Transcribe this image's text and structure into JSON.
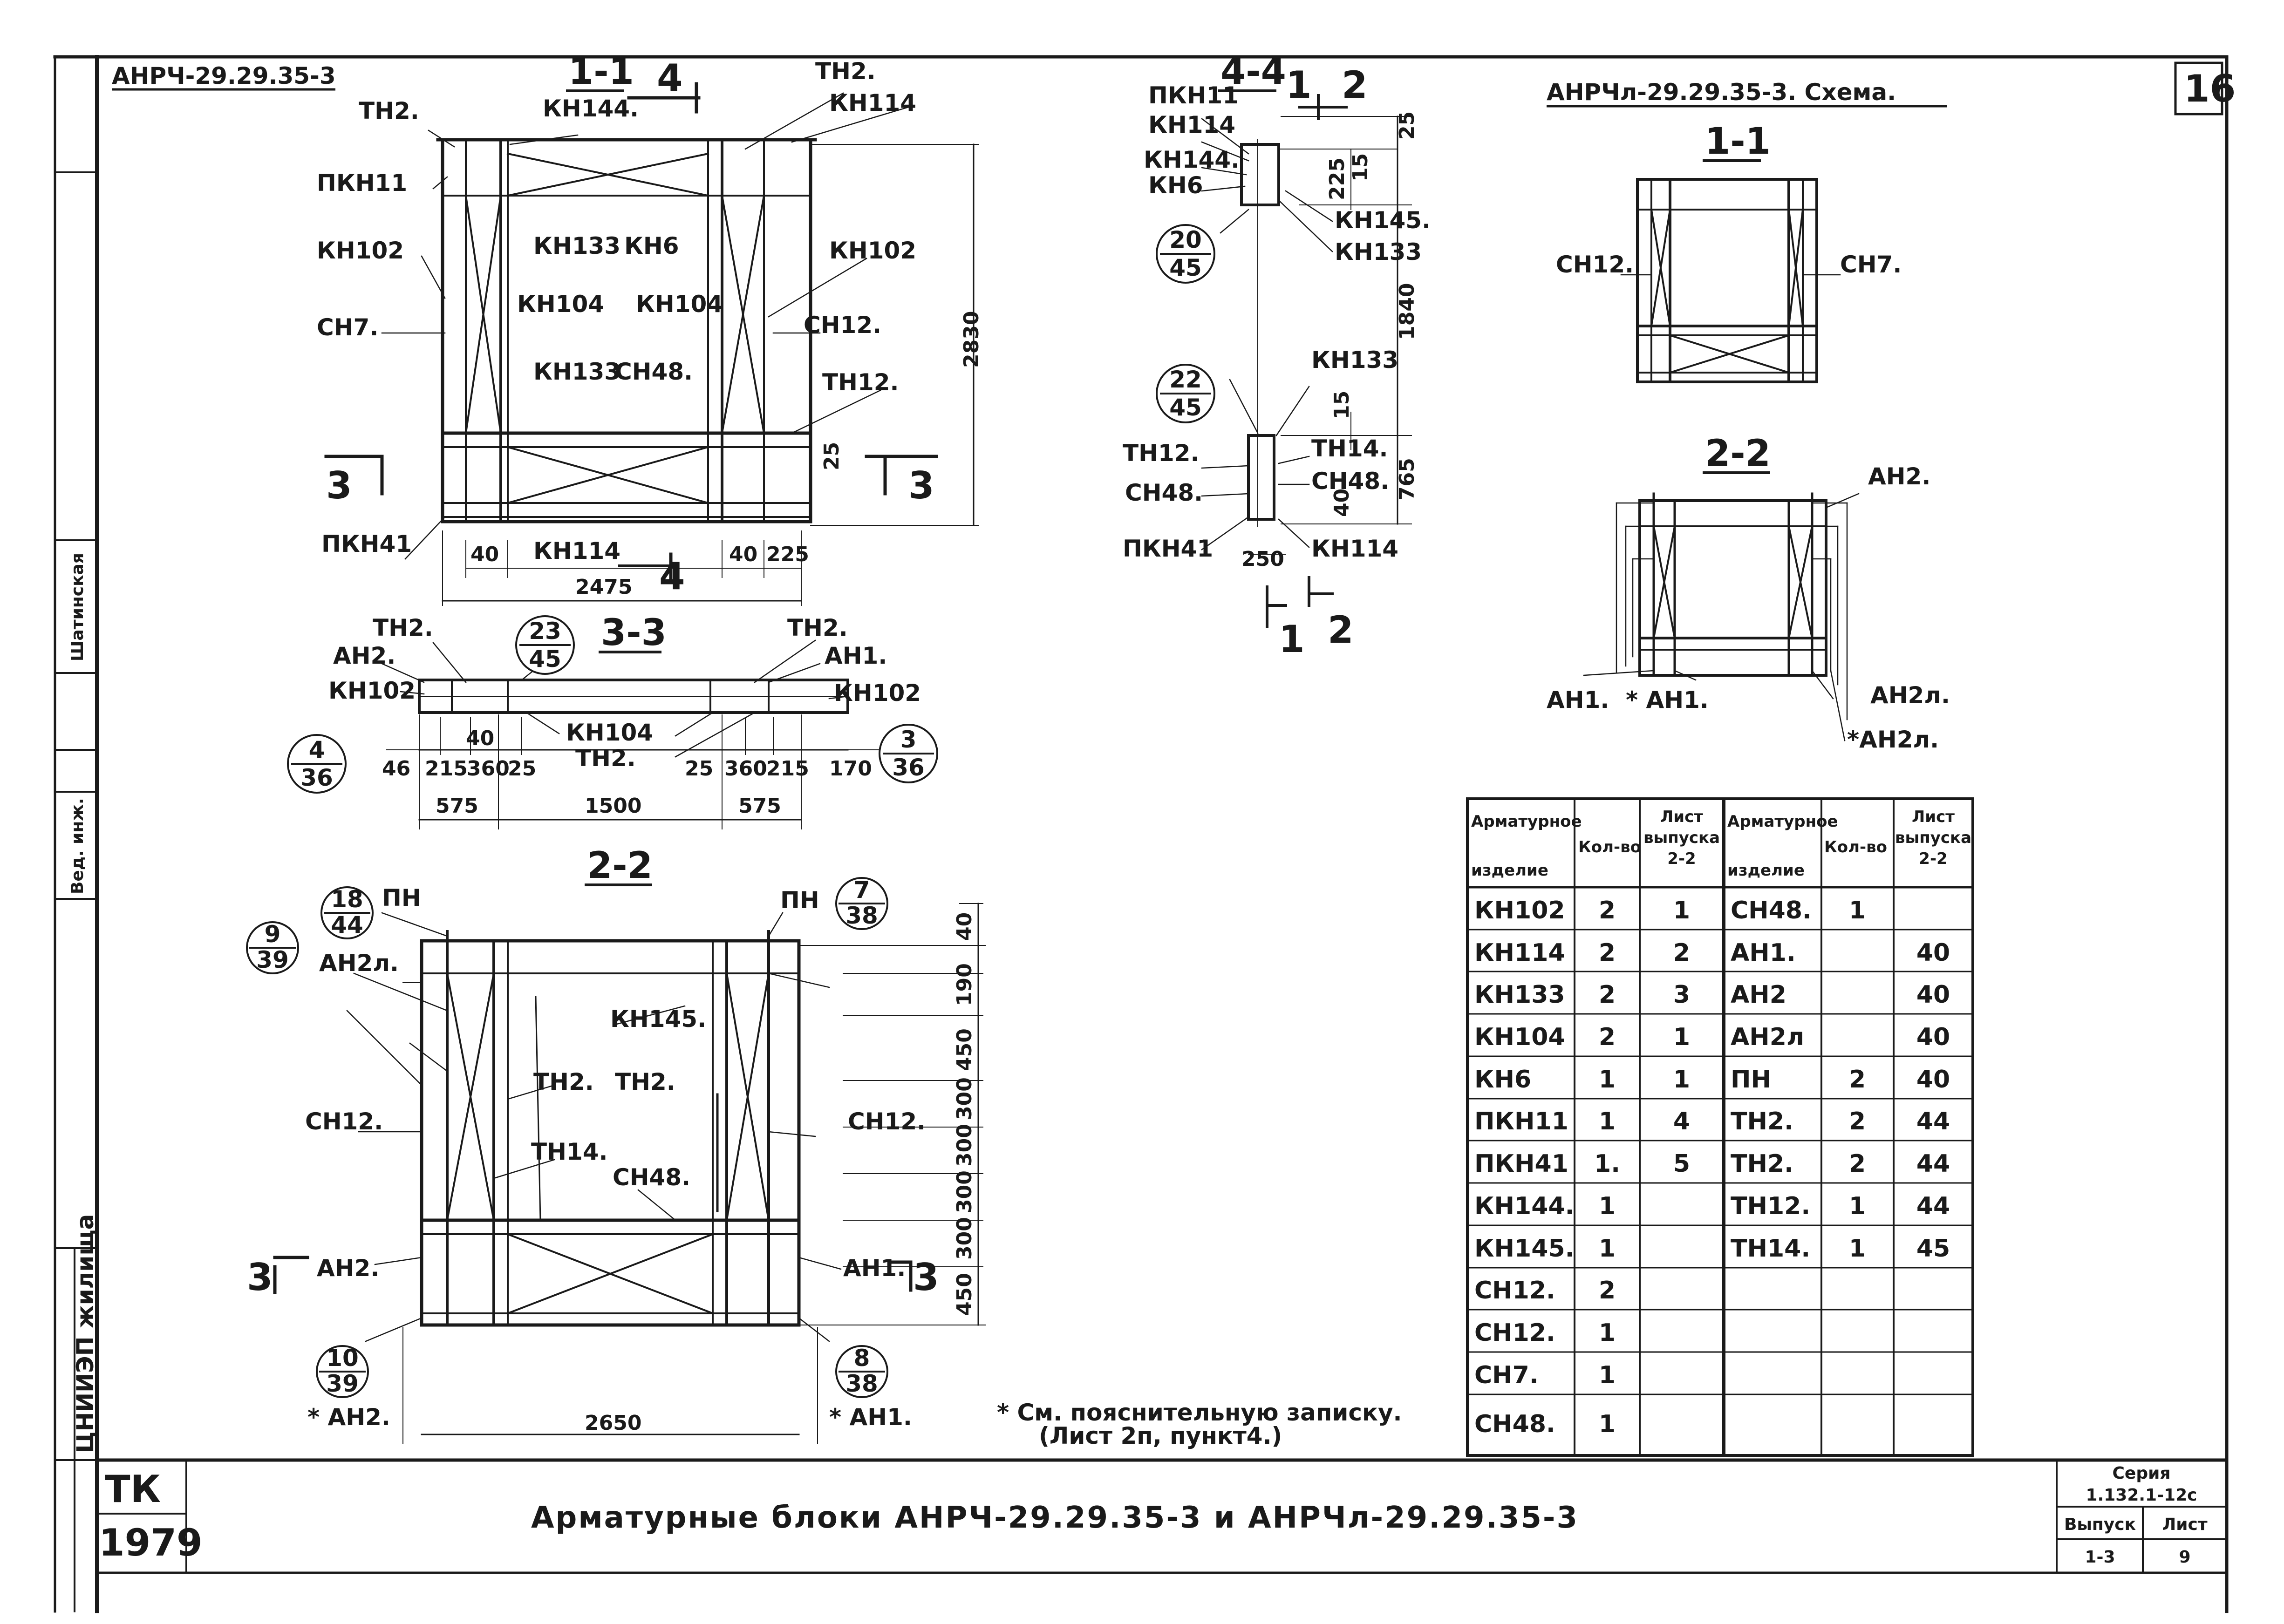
{
  "sheet_number": "16",
  "labels": {
    "top_left_mark": "АНРЧ-29.29.35-3",
    "scheme_title": "АНРЧл-29.29.35-3. Схема.",
    "bottom_title": "Арматурные блоки АНРЧ-29.29.35-3 и АНРЧл-29.29.35-3",
    "footnote_1": "* См. пояснительную записку.",
    "footnote_2": "(Лист 2п, пункт4.)"
  },
  "sections": {
    "s11": "1-1",
    "s44": "4-4",
    "s33": "3-3",
    "s22": "2-2",
    "sch11": "1-1",
    "sch22": "2-2"
  },
  "cut_marks": {
    "one": "1",
    "two": "2",
    "three": "3",
    "four": "4"
  },
  "part_labels": {
    "tn2": "ТН2.",
    "kn144": "КН144.",
    "kn114": "КН114",
    "pkn11": "ПКН11",
    "kn102": "КН102",
    "ch7": "СН7.",
    "kn133": "КН133",
    "kn6": "КН6",
    "kn104": "КН104",
    "ch12": "СН12.",
    "ch48": "СН48.",
    "tn12": "ТН12.",
    "pkn41": "ПКН41",
    "kn145": "КН145.",
    "tn14": "ТН14.",
    "an1": "АН1.",
    "an2": "АН2.",
    "an2l": "АН2л.",
    "an1s": "* АН1.",
    "an2ls": "*АН2л.",
    "an2s": "* АН2.",
    "pn": "ПН"
  },
  "dimensions": {
    "d2830": "2830",
    "d25": "25",
    "d40": "40",
    "d225": "225",
    "d2475": "2475",
    "d1840": "1840",
    "d15": "15",
    "d765": "765",
    "d250": "250",
    "d46": "46",
    "d215": "215",
    "d360": "360",
    "d170": "170",
    "d575": "575",
    "d1500": "1500",
    "d190": "190",
    "d450": "450",
    "d300": "300",
    "d2650": "2650"
  },
  "callouts": {
    "c2345": {
      "top": "23",
      "bottom": "45"
    },
    "c436": {
      "top": "4",
      "bottom": "36"
    },
    "c336": {
      "top": "3",
      "bottom": "36"
    },
    "c2045": {
      "top": "20",
      "bottom": "45"
    },
    "c2245": {
      "top": "22",
      "bottom": "45"
    },
    "c1844": {
      "top": "18",
      "bottom": "44"
    },
    "c939": {
      "top": "9",
      "bottom": "39"
    },
    "c738": {
      "top": "7",
      "bottom": "38"
    },
    "c1039": {
      "top": "10",
      "bottom": "39"
    },
    "c838": {
      "top": "8",
      "bottom": "38"
    }
  },
  "spec_table": {
    "headers": {
      "item_1": "Арматурное",
      "item_2": "изделие",
      "qty": "Кол-во",
      "sheet_1": "Лист",
      "sheet_2": "выпуска",
      "sheet_3": "2-2"
    },
    "rows": [
      {
        "left_item": "КН102",
        "left_qty": "2",
        "left_sheet": "1",
        "right_item": "СН48.",
        "right_qty": "1",
        "right_sheet": ""
      },
      {
        "left_item": "КН114",
        "left_qty": "2",
        "left_sheet": "2",
        "right_item": "АН1.",
        "right_qty": "",
        "right_sheet": "40"
      },
      {
        "left_item": "КН133",
        "left_qty": "2",
        "left_sheet": "3",
        "right_item": "АН2",
        "right_qty": "",
        "right_sheet": "40"
      },
      {
        "left_item": "КН104",
        "left_qty": "2",
        "left_sheet": "1",
        "right_item": "АН2л",
        "right_qty": "",
        "right_sheet": "40"
      },
      {
        "left_item": "КН6",
        "left_qty": "1",
        "left_sheet": "1",
        "right_item": "ПН",
        "right_qty": "2",
        "right_sheet": "40"
      },
      {
        "left_item": "ПКН11",
        "left_qty": "1",
        "left_sheet": "4",
        "right_item": "ТН2.",
        "right_qty": "2",
        "right_sheet": "44"
      },
      {
        "left_item": "ПКН41",
        "left_qty": "1.",
        "left_sheet": "5",
        "right_item": "ТН2.",
        "right_qty": "2",
        "right_sheet": "44"
      },
      {
        "left_item": "КН144.",
        "left_qty": "1",
        "left_sheet": "",
        "right_item": "ТН12.",
        "right_qty": "1",
        "right_sheet": "44"
      },
      {
        "left_item": "КН145.",
        "left_qty": "1",
        "left_sheet": "",
        "right_item": "ТН14.",
        "right_qty": "1",
        "right_sheet": "45"
      },
      {
        "left_item": "СН12.",
        "left_qty": "2",
        "left_sheet": "",
        "right_item": "",
        "right_qty": "",
        "right_sheet": ""
      },
      {
        "left_item": "СН12.",
        "left_qty": "1",
        "left_sheet": "",
        "right_item": "",
        "right_qty": "",
        "right_sheet": ""
      },
      {
        "left_item": "СН7.",
        "left_qty": "1",
        "left_sheet": "",
        "right_item": "",
        "right_qty": "",
        "right_sheet": ""
      },
      {
        "left_item": "СН48.",
        "left_qty": "1",
        "left_sheet": "",
        "right_item": "",
        "right_qty": "",
        "right_sheet": ""
      }
    ]
  },
  "title_block": {
    "org": "ТК",
    "year": "1979",
    "series_label": "Серия",
    "series_value": "1.132.1-12с",
    "issue_label": "Выпуск",
    "issue_value": "1-3",
    "sheet_label": "Лист",
    "sheet_value": "9"
  },
  "margin_stamp": {
    "surname": "Шатинская",
    "role": "Вед. инж.",
    "org_vertical": "ЦНИИЭП жилища"
  }
}
